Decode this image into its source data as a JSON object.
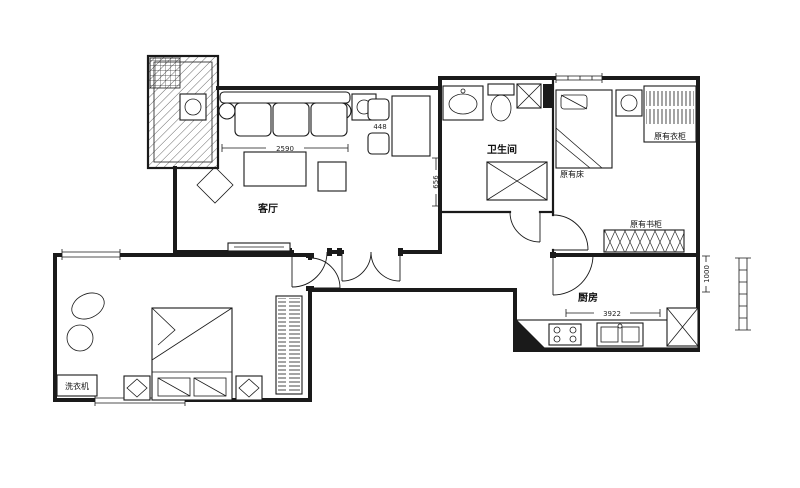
{
  "floor_plan": {
    "rooms": {
      "living_room": {
        "label": "客厅"
      },
      "bathroom": {
        "label": "卫生间"
      },
      "kitchen": {
        "label": "厨房"
      }
    },
    "annotations": {
      "original_bed": "原有床",
      "original_wardrobe": "原有衣柜",
      "original_bookcase": "原有书柜",
      "washing_machine": "洗衣机"
    },
    "dimensions": {
      "sofa_width": "2590",
      "dining_width": "448",
      "living_right_wall": "656",
      "kitchen_width": "3922",
      "entry_depth": "1000"
    },
    "colors": {
      "line": "#1a1a1a",
      "background": "#ffffff"
    }
  }
}
